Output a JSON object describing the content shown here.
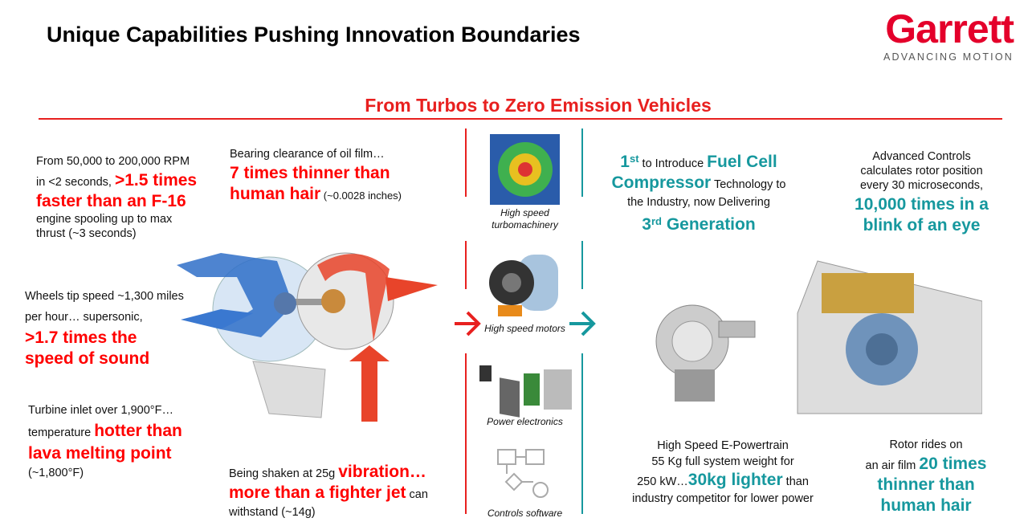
{
  "header": {
    "title": "Unique Capabilities Pushing Innovation Boundaries",
    "logo_name": "Garrett",
    "logo_tagline": "ADVANCING MOTION"
  },
  "subtitle": "From Turbos to Zero Emission Vehicles",
  "colors": {
    "red": "#e8201f",
    "teal": "#16989e",
    "logo": "#e4002b"
  },
  "left": {
    "rpm": {
      "a": "From 50,000 to 200,000 RPM",
      "b": "in <2 seconds, ",
      "hl": ">1.5 times faster than an F-16",
      "c": "engine spooling up to max thrust (~3 seconds)"
    },
    "bearing": {
      "a": "Bearing clearance of oil film…",
      "hl": "7 times thinner than human hair",
      "c": " (~0.0028 inches)"
    },
    "tip": {
      "a": "Wheels tip speed ~1,300 miles per hour… supersonic,",
      "hl": ">1.7 times the speed of sound"
    },
    "turbine": {
      "a": "Turbine inlet over 1,900°F… temperature ",
      "hl": "hotter than lava melting point",
      "c": "(~1,800°F)"
    },
    "vibration": {
      "a": "Being shaken at 25g ",
      "hl1": "vibration…",
      "hl2": "more than a fighter jet",
      "c": " can withstand (~14g)"
    }
  },
  "middle": {
    "captions": [
      "High speed turbomachinery",
      "High speed motors",
      "Power electronics",
      "Controls software"
    ]
  },
  "right": {
    "fuelcell": {
      "sup1": "st",
      "n1": "1",
      "a": " to Introduce ",
      "hl1": "Fuel Cell Compressor",
      "b": " Technology to the Industry, now Delivering",
      "n3": "3",
      "sup3": "rd",
      "hl2": " Generation"
    },
    "controls": {
      "a": "Advanced Controls calculates rotor position every 30 microseconds,",
      "hl": "10,000 times in a blink of an eye"
    },
    "powertrain": {
      "a": "High Speed E-Powertrain",
      "b": "55 Kg full system weight for",
      "c": "250 kW…",
      "hl": "30kg lighter",
      "d": " than",
      "e": "industry competitor for lower power"
    },
    "rotor": {
      "a": "Rotor rides on",
      "b": "an air film ",
      "hl": "20 times thinner than human hair"
    }
  }
}
